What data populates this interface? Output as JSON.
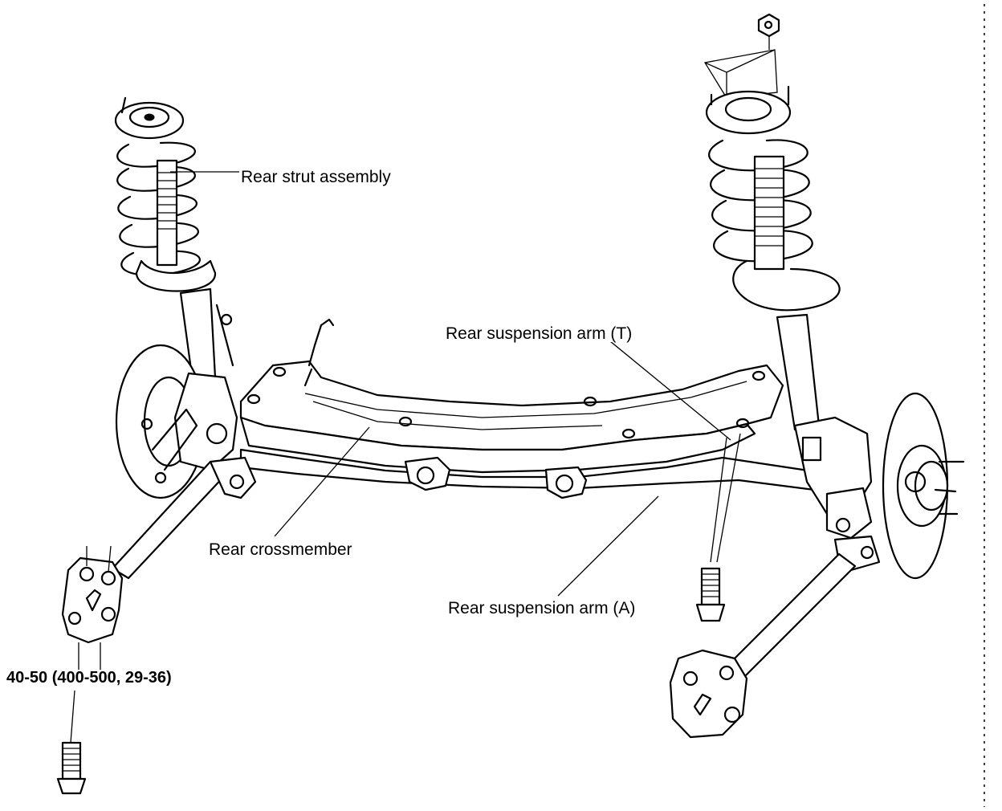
{
  "labels": {
    "rear_strut_assembly": "Rear strut assembly",
    "rear_suspension_arm_t": "Rear suspension arm (T)",
    "rear_crossmember": "Rear crossmember",
    "rear_suspension_arm_a": "Rear suspension arm (A)",
    "torque_spec": "40-50 (400-500, 29-36)"
  }
}
